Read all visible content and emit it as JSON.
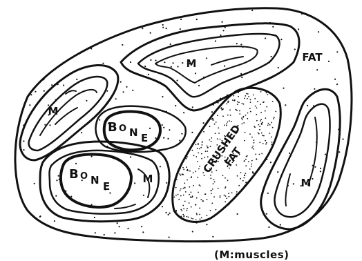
{
  "labels": {
    "muscle_top": "M",
    "muscle_left": "M",
    "muscle_lower_middle": "M",
    "muscle_right": "M",
    "fat": "FAT",
    "bone_upper_b": "B",
    "bone_upper_on": "O",
    "bone_upper_n": "N",
    "bone_upper_e": "E",
    "bone_lower_b": "B",
    "bone_lower_on": "O",
    "bone_lower_n": "N",
    "bone_lower_e": "E",
    "crushed_line1": "CRUSHED",
    "crushed_line2": "FAT"
  },
  "legend": "(M:muscles)",
  "colors": {
    "ink": "#111111",
    "background": "#ffffff"
  }
}
